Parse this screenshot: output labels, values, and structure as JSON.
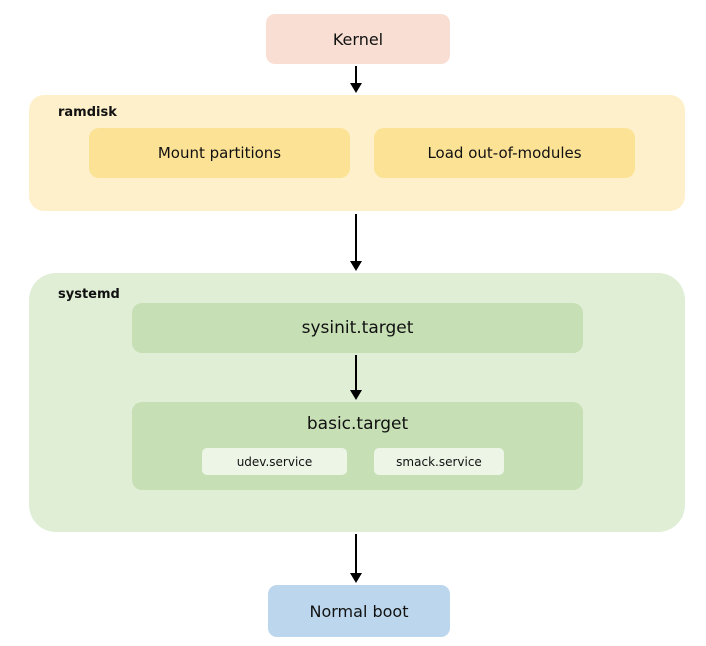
{
  "diagram": {
    "kernel": {
      "label": "Kernel"
    },
    "ramdisk": {
      "label": "ramdisk",
      "steps": [
        {
          "label": "Mount partitions"
        },
        {
          "label": "Load out-of-modules"
        }
      ]
    },
    "systemd": {
      "label": "systemd",
      "sysinit_target": {
        "label": "sysinit.target"
      },
      "basic_target": {
        "label": "basic.target",
        "services": [
          {
            "label": "udev.service"
          },
          {
            "label": "smack.service"
          }
        ]
      }
    },
    "normal_boot": {
      "label": "Normal boot"
    },
    "colors": {
      "kernel_bg": "#F9DFD3",
      "ramdisk_bg": "#FDF0CB",
      "ramdisk_step_bg": "#FCE295",
      "systemd_bg": "#E0EED6",
      "systemd_target_bg": "#C6DFB5",
      "service_bg": "#EDF5E7",
      "normal_boot_bg": "#BCD7ED",
      "arrow": "#000000",
      "text": "#111111",
      "background": "#FFFFFF"
    }
  }
}
